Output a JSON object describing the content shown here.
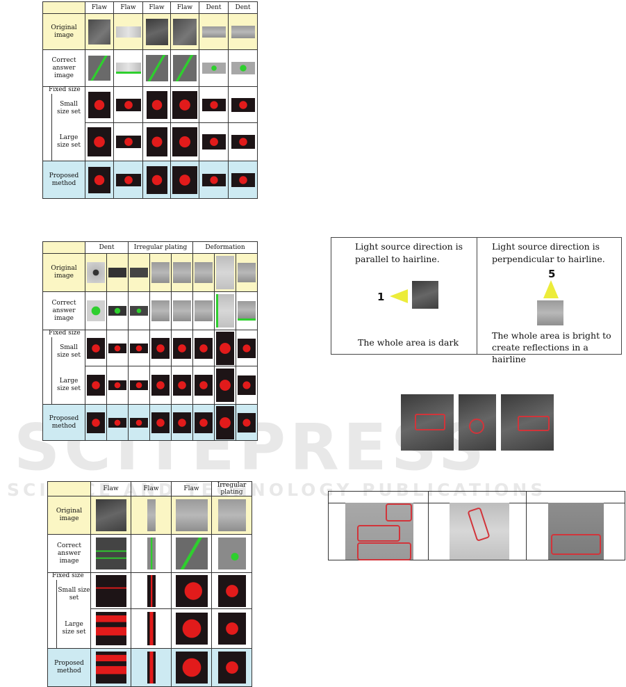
{
  "table1": {
    "headers": [
      "Flaw",
      "Flaw",
      "Flaw",
      "Flaw",
      "Dent",
      "Dent"
    ],
    "rows": {
      "original": "Original image",
      "correct": "Correct answer image",
      "fixed": "Fixed size",
      "small": "Small size set",
      "large": "Large size set",
      "proposed": "Proposed method"
    }
  },
  "table2": {
    "headers": [
      "Dent",
      "Irregular plating",
      "Deformation"
    ],
    "rows": {
      "original": "Original image",
      "correct": "Correct answer image",
      "fixed": "Fixed size",
      "small": "Small size set",
      "large": "Large size set",
      "proposed": "Proposed method"
    }
  },
  "table3": {
    "headers": [
      "Flaw",
      "Flaw",
      "Flaw",
      "Irregular plating"
    ],
    "rows": {
      "original": "Original image",
      "correct": "Correct answer image",
      "fixed": "Fixed size",
      "small": "Small size set",
      "large": "Large size set",
      "proposed": "Proposed method"
    }
  },
  "lighting": {
    "left_title": "Light source direction is parallel to hairline.",
    "left_number": "1",
    "left_caption": "The whole area is dark",
    "right_title": "Light source direction is perpendicular to hairline.",
    "right_number": "5",
    "right_caption": "The whole area is bright to create reflections in a hairline"
  },
  "watermark": {
    "big": "SCITEPRESS",
    "small": "SCIENCE AND TECHNOLOGY PUBLICATIONS"
  },
  "colors": {
    "highlight_yellow": "#fbf6c4",
    "highlight_cyan": "#cdeaf2",
    "defect_red": "#e21b1b",
    "answer_green": "#2ecf2e",
    "box_red": "#d2343a"
  }
}
